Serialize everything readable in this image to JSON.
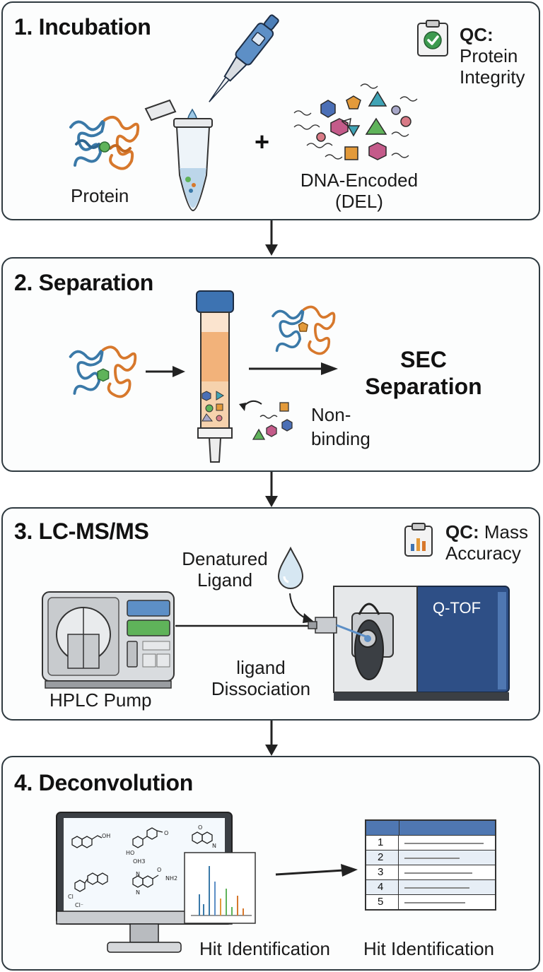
{
  "panels": [
    {
      "title": "1. Incubation"
    },
    {
      "title": "2. Separation"
    },
    {
      "title": "3. LC-MS/MS"
    },
    {
      "title": "4. Deconvolution"
    }
  ],
  "incubation": {
    "qc_prefix": "QC:",
    "qc_line2": "Protein",
    "qc_line3": "Integrity",
    "protein_label": "Protein",
    "plus": "+",
    "del_line1": "DNA-Encoded",
    "del_line2": "(DEL)"
  },
  "separation": {
    "sec_line1": "SEC",
    "sec_line2": "Separation",
    "nonbinding_line1": "Non-",
    "nonbinding_line2": "binding"
  },
  "lcms": {
    "qc_prefix": "QC:",
    "qc_rest": " Mass",
    "qc_line2": "Accuracy",
    "denatured_line1": "Denatured",
    "denatured_line2": "Ligand",
    "instrument_label": "Q-TOF",
    "dissociation_line1": "ligand",
    "dissociation_line2": "Dissociation",
    "pump_label": "HPLC Pump"
  },
  "deconvolution": {
    "monitor_caption": "Hit Identification",
    "table_caption": "Hit Identification",
    "table_rows": [
      "1",
      "2",
      "3",
      "4",
      "5"
    ],
    "chem_labels": {
      "cooh": "OH",
      "methoxy": "O",
      "ho": "HO",
      "oh3": "OH3",
      "nmethyl": "N",
      "ketone": "O",
      "cl": "Cl",
      "clminus": "Cl⁻",
      "nh2": "NH2",
      "n1": "N",
      "n2": "N",
      "amideo": "O"
    }
  },
  "colors": {
    "border": "#2f3a40",
    "protein_blue": "#3a79a8",
    "protein_orange": "#d7782c",
    "instrument_blue": "#2e4f86",
    "column_cap": "#3d73b2",
    "qc_green": "#3d9a4f"
  },
  "icons": [
    "clipboard-check-icon",
    "clipboard-chart-icon",
    "pipette-icon",
    "microtube-icon",
    "droplet-icon"
  ]
}
